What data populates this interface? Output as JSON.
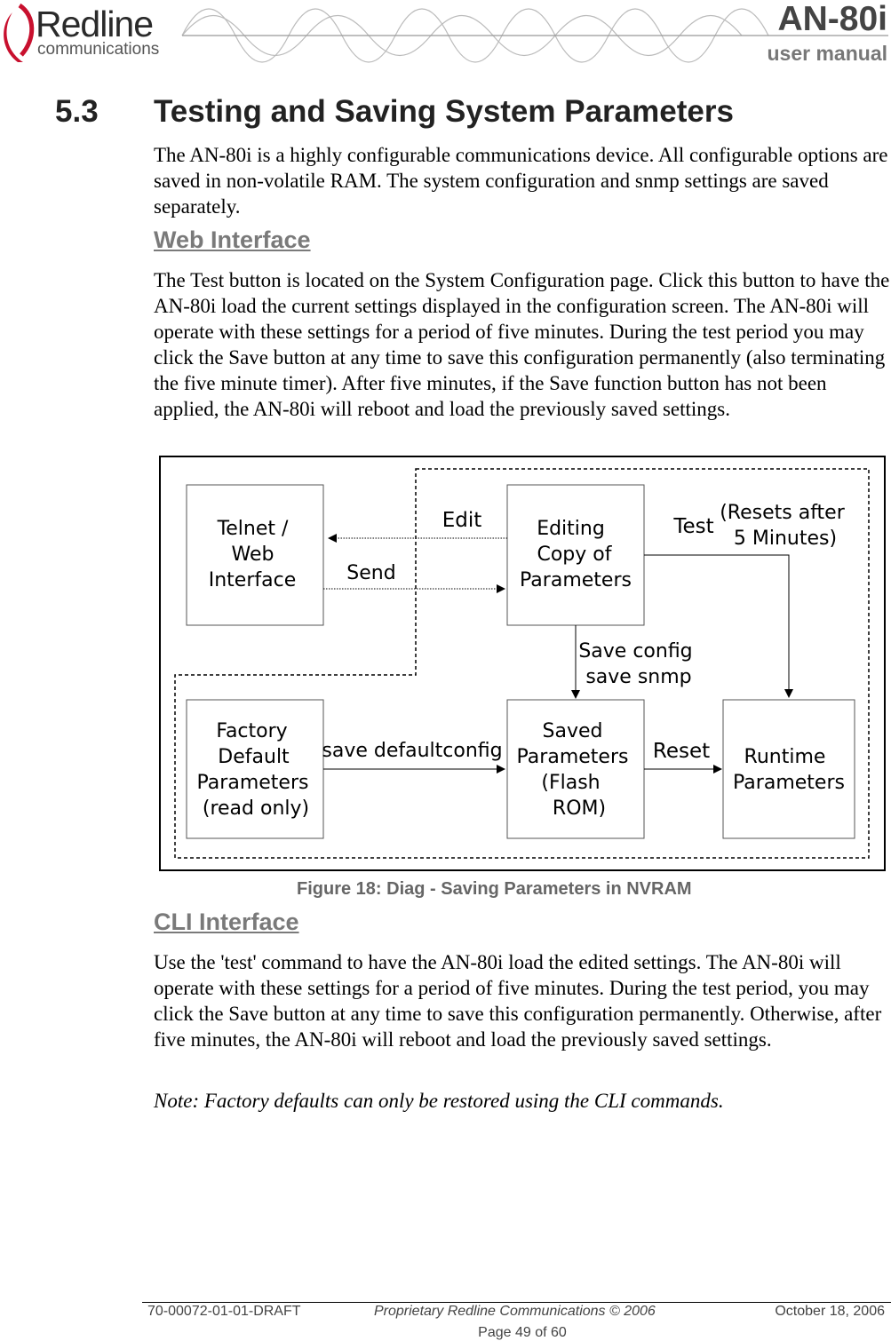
{
  "header": {
    "logo_word": "Redline",
    "logo_sub": "communications",
    "product": "AN-80i",
    "manual": "user manual"
  },
  "section": {
    "number": "5.3",
    "title": "Testing and Saving System Parameters",
    "intro": "The AN-80i is a highly configurable communications device. All configurable options are saved in non-volatile RAM. The system configuration and snmp settings are saved separately."
  },
  "web": {
    "heading": "Web Interface",
    "body": "The Test button is located on the System Configuration page. Click this button to have the AN-80i load the current settings displayed in the configuration screen. The AN-80i will operate with these settings for a period of five minutes. During the test period you may click the Save button at any time to save this configuration permanently (also terminating the five minute timer). After five minutes, if the Save function button has not been applied, the AN-80i will reboot and load the previously saved settings."
  },
  "diagram": {
    "box_telnet": [
      "Telnet /",
      "Web",
      "Interface"
    ],
    "box_editing": [
      "Editing",
      "Copy of",
      "Parameters"
    ],
    "box_factory": [
      "Factory",
      "Default",
      "Parameters",
      "(read only)"
    ],
    "box_saved": [
      "Saved",
      "Parameters",
      "(Flash",
      "ROM)"
    ],
    "box_runtime": [
      "Runtime",
      "Parameters"
    ],
    "label_edit": "Edit",
    "label_send": "Send",
    "label_test": "Test",
    "label_test_note": [
      "(Resets after",
      "5 Minutes)"
    ],
    "label_save": [
      "Save config",
      "save snmp"
    ],
    "label_defaultconfig": "save defaultconfig",
    "label_reset": "Reset"
  },
  "figure_caption": "Figure 18: Diag - Saving Parameters in NVRAM",
  "cli": {
    "heading": "CLI Interface",
    "body": "Use the 'test' command to have the AN-80i load the edited settings. The AN-80i will operate with these settings for a period of five minutes. During the test period, you may click the Save button at any time to save this configuration permanently. Otherwise, after five minutes, the AN-80i will reboot and load the previously saved settings.",
    "note": "Note: Factory defaults can only be restored using the CLI commands."
  },
  "footer": {
    "doc_id": "70-00072-01-01-DRAFT",
    "proprietary": "Proprietary Redline Communications © 2006",
    "date": "October 18, 2006",
    "page": "Page 49 of 60"
  }
}
